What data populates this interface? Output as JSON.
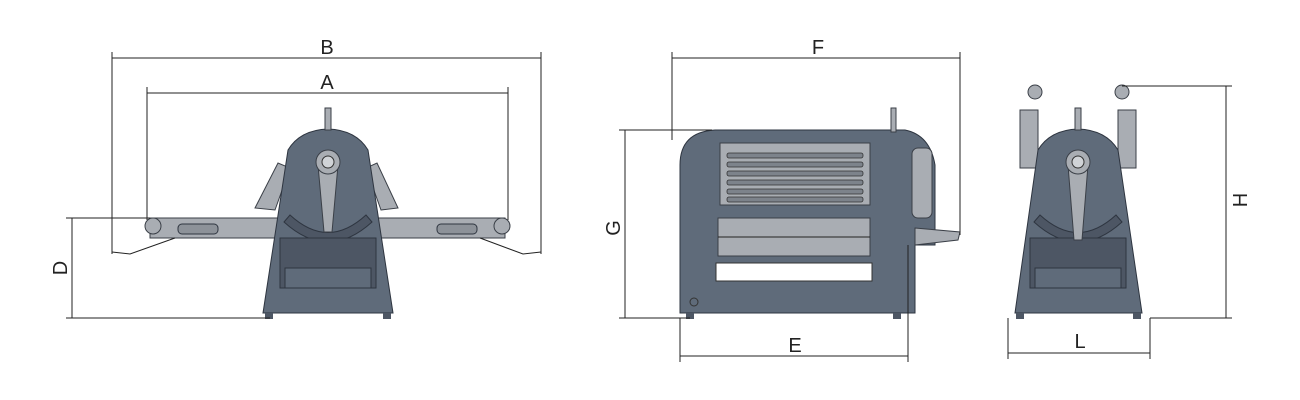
{
  "labels": {
    "front": {
      "B": "B",
      "A": "A",
      "D": "D"
    },
    "side": {
      "F": "F",
      "G": "G",
      "E": "E"
    },
    "folded": {
      "H": "H",
      "L": "L"
    }
  },
  "colors": {
    "body": "#5f6b7a",
    "light": "#a9adb3",
    "line": "#222222"
  }
}
